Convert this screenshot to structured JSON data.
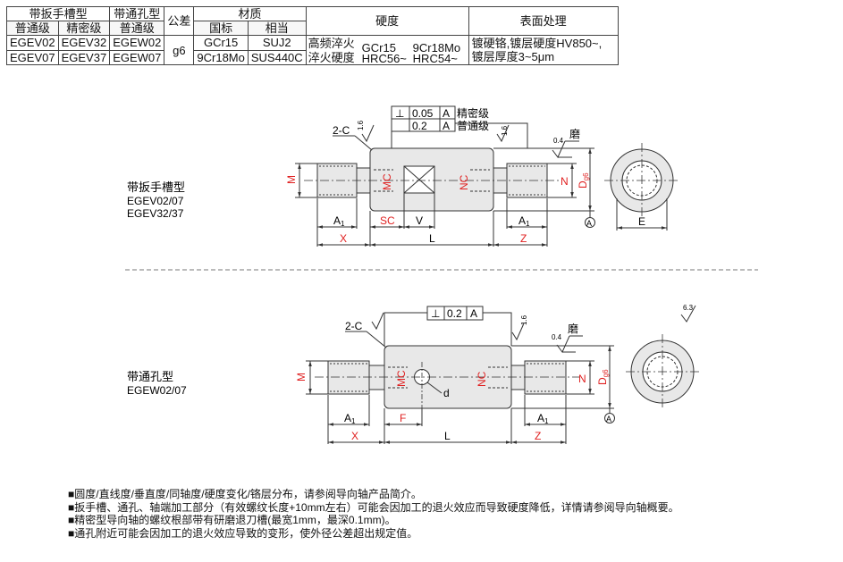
{
  "table": {
    "h_type_wrench": "带扳手槽型",
    "h_type_through": "带通孔型",
    "h_tolerance": "公差",
    "h_material": "材质",
    "h_hardness": "硬度",
    "h_surface": "表面处理",
    "h_normal": "普通级",
    "h_precision": "精密级",
    "h_normal2": "普通级",
    "h_national": "国标",
    "h_equivalent": "相当",
    "r1_normal": "EGEV02",
    "r1_precision": "EGEV32",
    "r1_through": "EGEW02",
    "r2_normal": "EGEV07",
    "r2_precision": "EGEV37",
    "r2_through": "EGEW07",
    "tolerance": "g6",
    "r1_mat_cn": "GCr15",
    "r1_mat_eq": "SUJ2",
    "r2_mat_cn": "9Cr18Mo",
    "r2_mat_eq": "SUS440C",
    "hard_line1": "高频淬火",
    "hard_line2": "淬火硬度",
    "hard_mat1": "GCr15",
    "hard_mat2": "9Cr18Mo",
    "hard_val1": "HRC56~",
    "hard_val2": "HRC54~",
    "surface_line1": "镀硬铬,镀层硬度HV850~,",
    "surface_line2": "镀层厚度3~5μm"
  },
  "drawing_top": {
    "label_title": "带扳手槽型",
    "label_model1": "EGEV02/07",
    "label_model2": "EGEV32/37",
    "tol_sym": "⊥",
    "tol_val1": "0.05",
    "tol_ref1": "A",
    "tol_grade1": "精密级",
    "tol_val2": "0.2",
    "tol_ref2": "A",
    "tol_grade2": "普通级",
    "chamfer": "2-C",
    "rough_1_6a": "1.6",
    "rough_1_6b": "1.6",
    "rough_0_4": "0.4",
    "grind": "磨",
    "dim_M": "M",
    "dim_MC": "MC",
    "dim_NC": "NC",
    "dim_N": "N",
    "dim_D": "D",
    "dim_D_sub": "g6",
    "dim_A1_left": "A",
    "dim_A1_right": "A",
    "dim_sub1": "1",
    "dim_SC": "SC",
    "dim_V": "V",
    "dim_X": "X",
    "dim_L": "L",
    "dim_Z": "Z",
    "datum": "A",
    "dim_E": "E"
  },
  "drawing_bottom": {
    "label_title": "带通孔型",
    "label_model": "EGEW02/07",
    "tol_sym": "⊥",
    "tol_val": "0.2",
    "tol_ref": "A",
    "chamfer": "2-C",
    "rough_1_6": "1.6",
    "rough_0_4": "0.4",
    "rough_6_3": "6.3",
    "grind": "磨",
    "dim_M": "M",
    "dim_MC": "MC",
    "dim_NC": "NC",
    "dim_N": "N",
    "dim_D": "D",
    "dim_D_sub": "g6",
    "dim_d": "d",
    "dim_A1_left": "A",
    "dim_A1_right": "A",
    "dim_sub1": "1",
    "dim_F": "F",
    "dim_X": "X",
    "dim_L": "L",
    "dim_Z": "Z",
    "datum": "A"
  },
  "notes": [
    "■圆度/直线度/垂直度/同轴度/硬度变化/铬层分布，请参阅导向轴产品简介。",
    "■扳手槽、通孔、轴端加工部分（有效螺纹长度+10mm左右）可能会因加工的退火效应而导致硬度降低，详情请参阅导向轴概要。",
    "■精密型导向轴的螺纹根部带有研磨退刀槽(最宽1mm，最深0.1mm)。",
    "■通孔附近可能会因加工的退火效应导致的变形，使外径公差超出规定值。"
  ],
  "colors": {
    "dim_red": "#e02020",
    "body_fill": "#e8e8e8",
    "line": "#333333"
  }
}
